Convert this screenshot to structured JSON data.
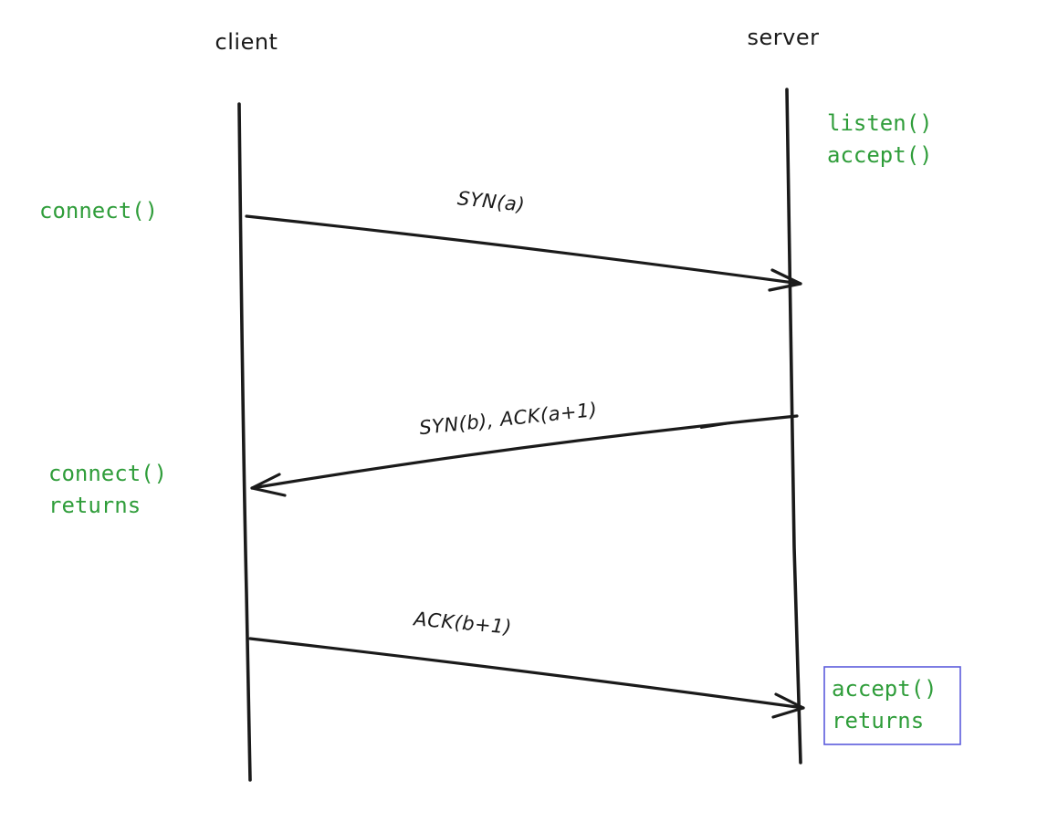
{
  "actors": {
    "client": "client",
    "server": "server"
  },
  "messages": [
    {
      "label": "SYN(a)",
      "from": "client",
      "to": "server"
    },
    {
      "label": "SYN(b), ACK(a+1)",
      "from": "server",
      "to": "client"
    },
    {
      "label": "ACK(b+1)",
      "from": "client",
      "to": "server"
    }
  ],
  "notes": {
    "server_listen": "listen()",
    "server_accept": "accept()",
    "client_connect": "connect()",
    "client_connect_returns_1": "connect()",
    "client_connect_returns_2": "returns",
    "server_accept_returns_1": "accept()",
    "server_accept_returns_2": "returns"
  },
  "colors": {
    "ink": "#1a1a1a",
    "note": "#2f9d3a",
    "highlight_box": "#5b5bdc",
    "background": "#ffffff"
  }
}
